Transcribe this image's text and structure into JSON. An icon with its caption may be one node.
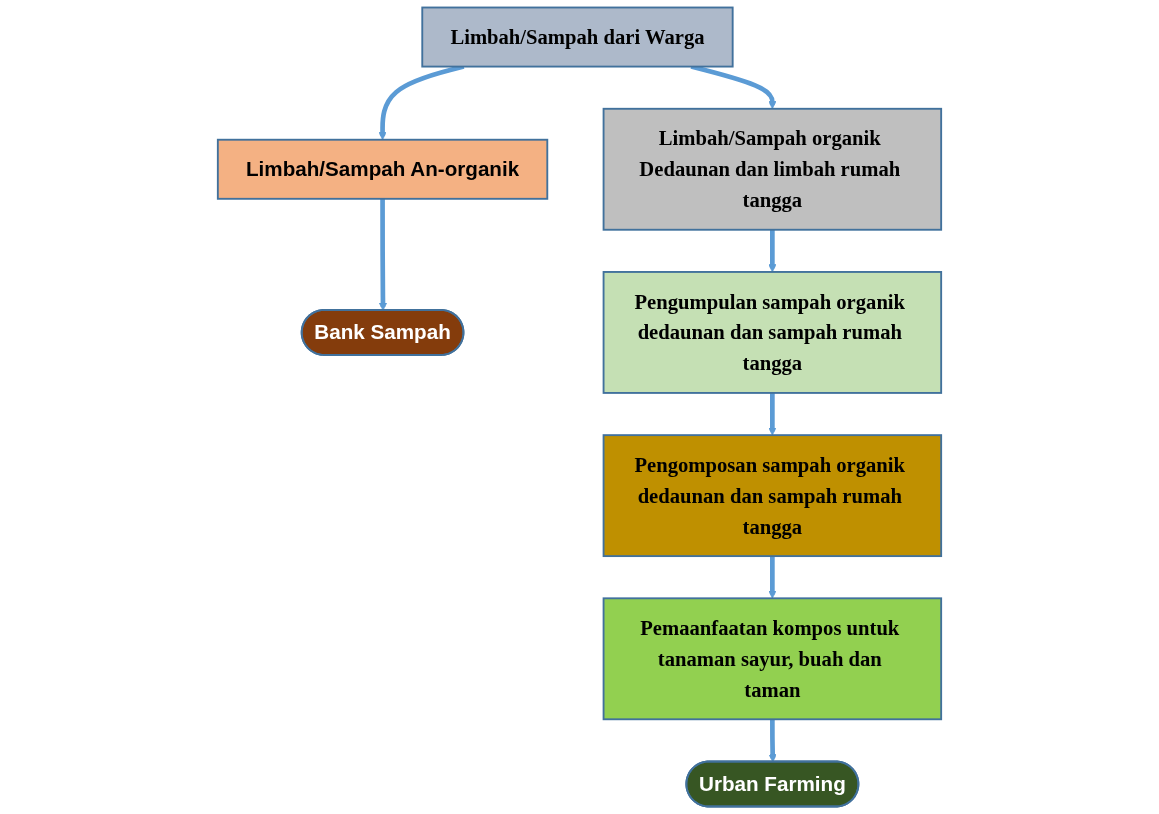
{
  "diagram": {
    "nodes": [
      {
        "text": [
          "Limbah/Sampah dari Warga"
        ]
      },
      {
        "text": [
          "Limbah/Sampah An-organik"
        ]
      },
      {
        "text": [
          "Bank Sampah"
        ]
      },
      {
        "text": [
          "Limbah/Sampah organik Dedaunan dan limbah rumah tangga"
        ]
      },
      {
        "text": [
          "Pengumpulan sampah organik dedaunan dan sampah rumah tangga"
        ]
      },
      {
        "text": [
          "Pengomposan sampah organik dedaunan dan sampah rumah tangga"
        ]
      },
      {
        "text": [
          "Pemaanfaatan kompos untuk tanaman sayur, buah dan taman"
        ]
      },
      {
        "text": [
          "Urban Farming"
        ]
      }
    ],
    "edges": [
      {
        "from": 0,
        "to": 1,
        "arrow": "to"
      },
      {
        "from": 0,
        "to": 3,
        "arrow": "to"
      },
      {
        "from": 1,
        "to": 2,
        "arrow": "to"
      },
      {
        "from": 3,
        "to": 4,
        "arrow": "to"
      },
      {
        "from": 4,
        "to": 5,
        "arrow": "to"
      },
      {
        "from": 5,
        "to": 6,
        "arrow": "to"
      },
      {
        "from": 6,
        "to": 7,
        "arrow": "to"
      }
    ]
  }
}
